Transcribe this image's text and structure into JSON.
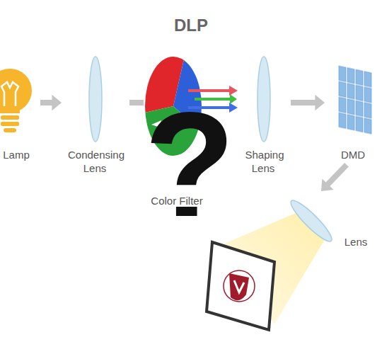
{
  "diagram": {
    "title": "DLP",
    "nodes": [
      {
        "text": [
          "Lamp"
        ]
      },
      {
        "text": [
          "Condensing Lens"
        ]
      },
      {
        "text": [
          "Color Filter"
        ]
      },
      {
        "text": [
          "Shaping Lens"
        ]
      },
      {
        "text": [
          "DMD"
        ]
      },
      {
        "text": [
          "Lens"
        ]
      }
    ],
    "edges": [
      {
        "from": 0,
        "to": 1,
        "arrow": "to"
      },
      {
        "from": 1,
        "to": 2,
        "arrow": "none"
      },
      {
        "from": 2,
        "to": 3,
        "arrow": "to"
      },
      {
        "from": 3,
        "to": 4,
        "arrow": "to"
      },
      {
        "from": 4,
        "to": 5,
        "arrow": "to"
      }
    ],
    "labels": [
      "?"
    ]
  }
}
